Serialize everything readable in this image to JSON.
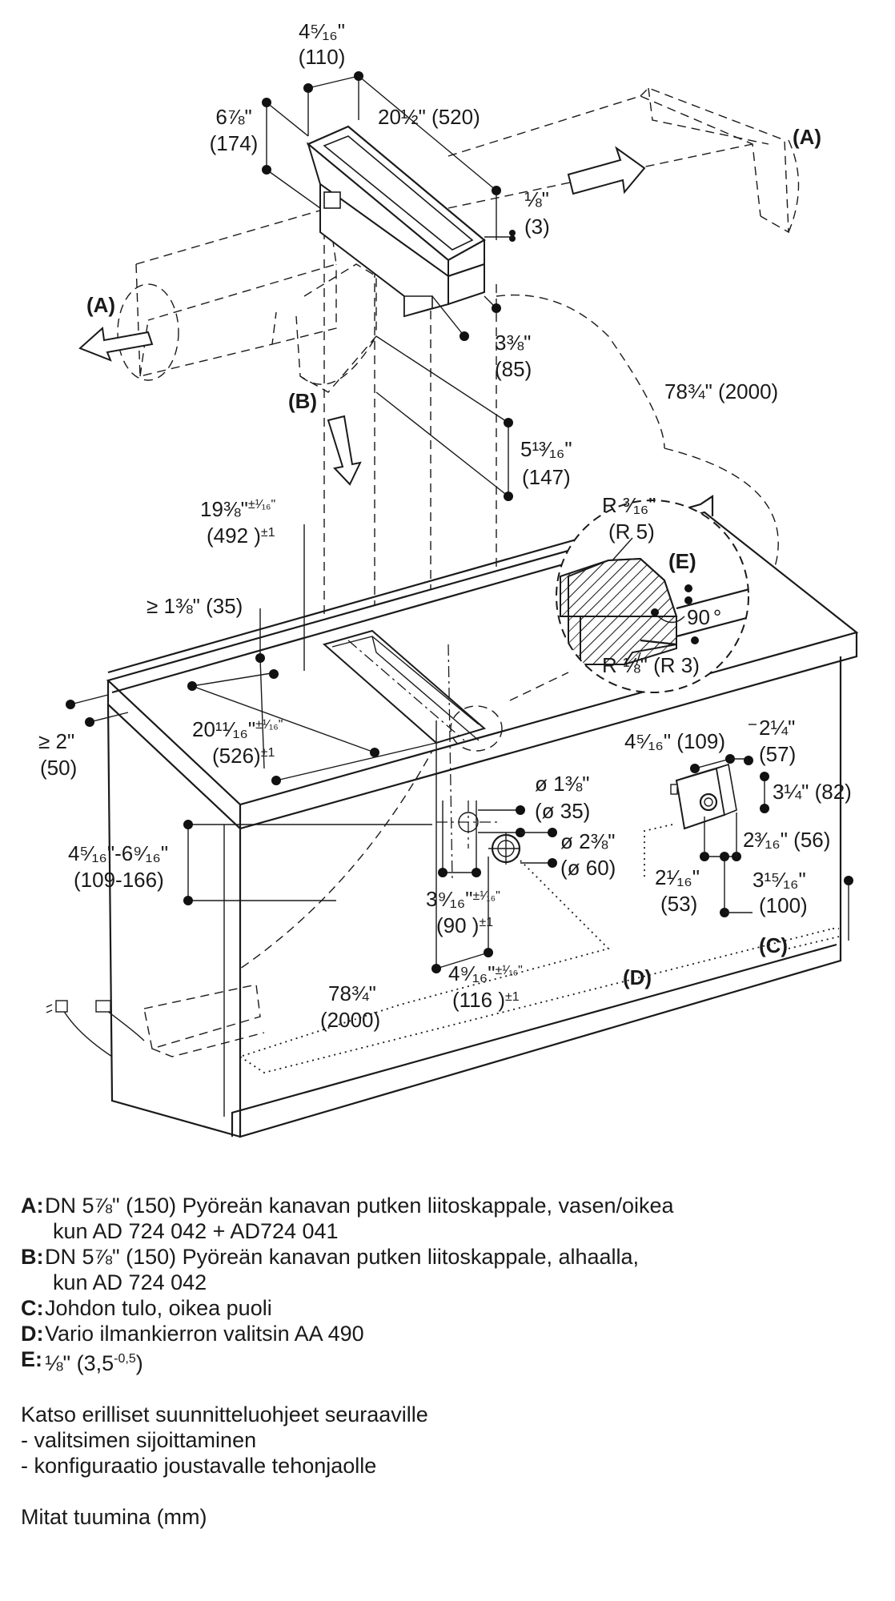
{
  "dimensions": {
    "top_width": "4⁵⁄₁₆\"",
    "top_width_mm": "(110)",
    "duct_height": "6⅞\"",
    "duct_height_mm": "(174)",
    "duct_length": "20½\" (520)",
    "gap": "⅛\"",
    "gap_mm": "(3)",
    "depth": "3⅜\"",
    "depth_mm": "(85)",
    "length_2000_top": "78¾\" (2000)",
    "height_147": "5¹³⁄₁₆\"",
    "height_147_mm": "(147)",
    "cutout_width": "19⅜\"",
    "cutout_width_tol": "±¹⁄₁₆\"",
    "cutout_width_mm": "(492 )",
    "cutout_width_mm_tol": "±1",
    "min_35": "≥ 1⅜\" (35)",
    "cutout_length": "20¹¹⁄₁₆\"",
    "cutout_length_tol": "±¹⁄₁₆\"",
    "cutout_length_mm": "(526)",
    "cutout_length_mm_tol": "±1",
    "min_50": "≥ 2\"",
    "min_50_mm": "(50)",
    "side_range": "4⁵⁄₁₆\"-6⁹⁄₁₆\"",
    "side_range_mm": "(109-166)",
    "dia_35": "ø 1⅜\"",
    "dia_35_mm": "(ø 35)",
    "dia_60": "ø 2⅜\"",
    "dia_60_mm": "(ø 60)",
    "spacing_90": "3⁹⁄₁₆\"",
    "spacing_90_tol": "±¹⁄₁₆\"",
    "spacing_90_mm": "(90 )",
    "spacing_90_mm_tol": "±1",
    "spacing_116": "4⁹⁄₁₆\"",
    "spacing_116_tol": "±¹⁄₁₆\"",
    "spacing_116_mm": "(116 )",
    "spacing_116_mm_tol": "±1",
    "length_2000_bottom": "78¾\"",
    "length_2000_bottom_mm": "(2000)",
    "radius_5": "R ³⁄₁₆\"",
    "radius_5_mm": "(R 5)",
    "radius_3": "R ⅛\" (R 3)",
    "angle": "90",
    "angle_unit": "°",
    "box_width": "4⁵⁄₁₆\" (109)",
    "box_depth": "2¼\"",
    "box_depth_mm": "(57)",
    "box_height": "3¼\" (82)",
    "box_offset": "2³⁄₁₆\" (56)",
    "box_side": "2¹⁄₁₆\"",
    "box_side_mm": "(53)",
    "box_dist": "3¹⁵⁄₁₆\"",
    "box_dist_mm": "(100)"
  },
  "callouts": {
    "A": "(A)",
    "B": "(B)",
    "C": "(C)",
    "D": "(D)",
    "E": "(E)"
  },
  "legend": [
    {
      "key": "A",
      "lines": [
        "DN 5⅞\" (150) Pyöreän kanavan putken liitoskappale, vasen/oikea",
        "kun AD 724 042 + AD724 041"
      ]
    },
    {
      "key": "B",
      "lines": [
        "DN 5⅞\" (150) Pyöreän kanavan putken liitoskappale, alhaalla,",
        "kun AD 724 042"
      ]
    },
    {
      "key": "C",
      "lines": [
        "Johdon tulo, oikea puoli"
      ]
    },
    {
      "key": "D",
      "lines": [
        "Vario ilmankierron valitsin AA 490"
      ]
    },
    {
      "key": "E",
      "lines": [
        "⅛\" (3,5"
      ],
      "sup": "-0,5",
      "tail": ")"
    }
  ],
  "notes": {
    "intro": "Katso erilliset suunnitteluohjeet seuraaville",
    "items": [
      "- valitsimen sijoittaminen",
      "- konfiguraatio joustavalle tehonjaolle"
    ]
  },
  "units_note": "Mitat tuumina (mm)"
}
